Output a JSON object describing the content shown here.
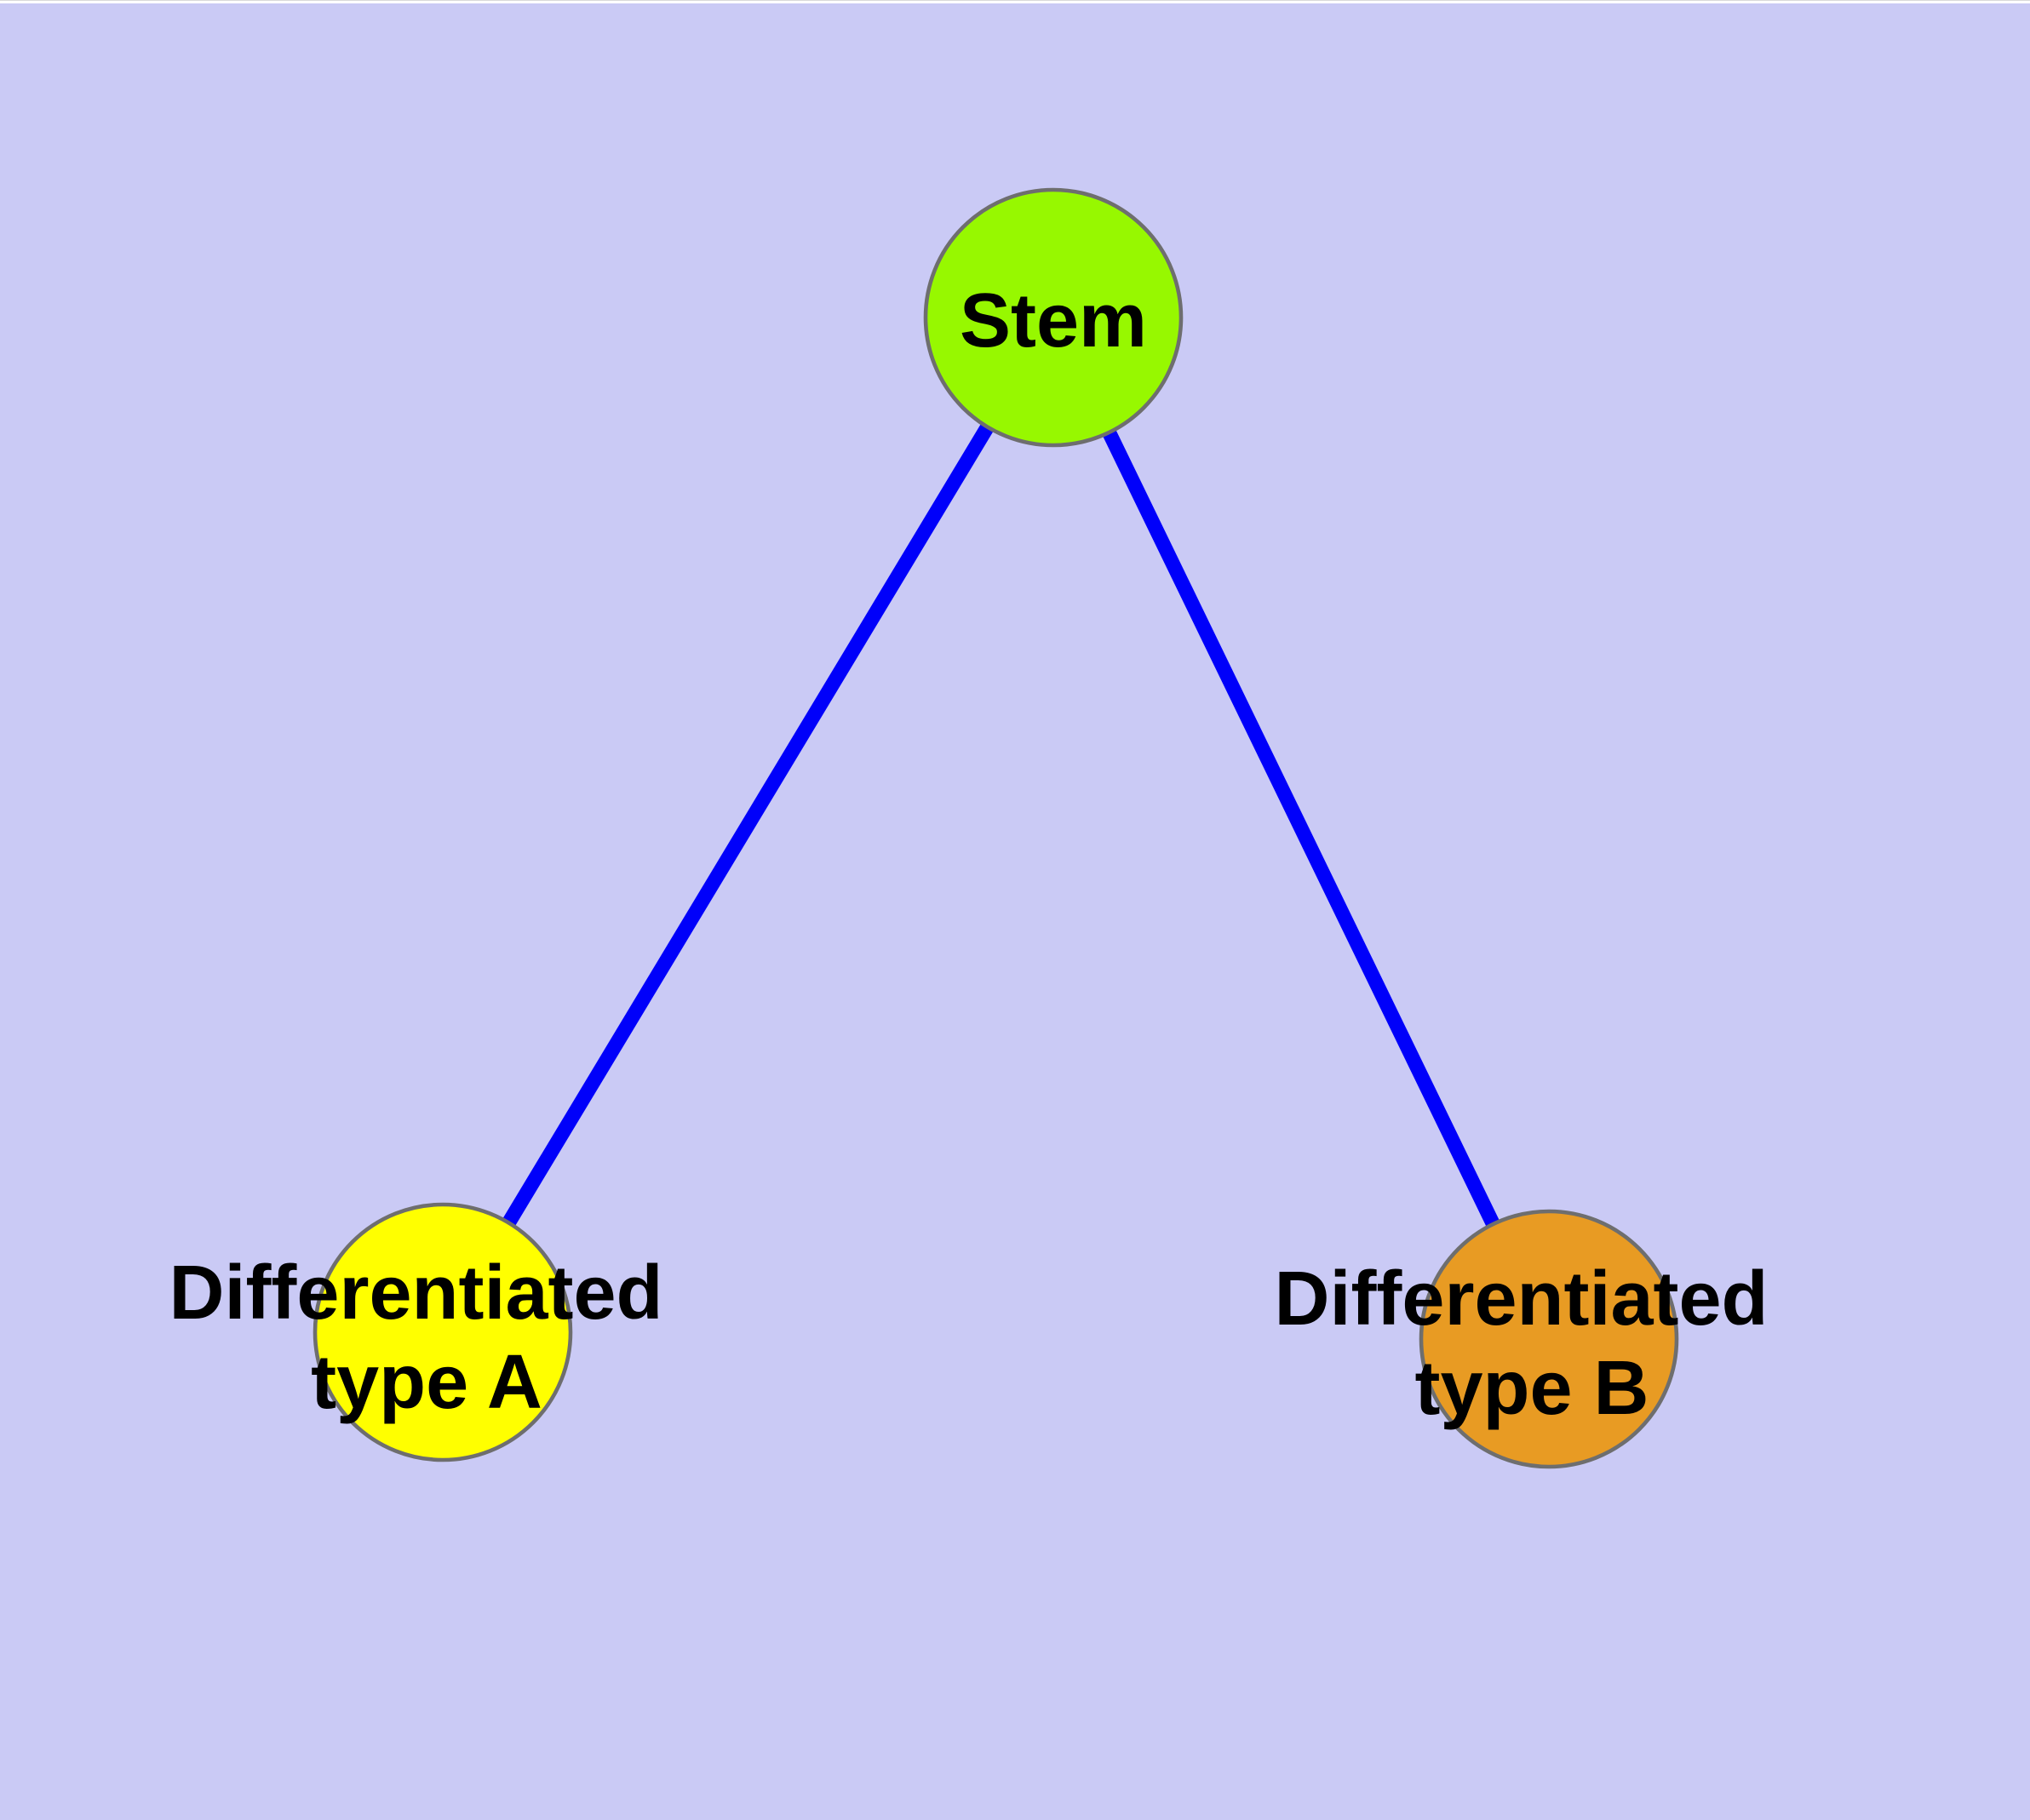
{
  "window": {
    "top_strip_color": "#FFFFFF"
  },
  "diagram": {
    "background_color": "#CACAF5",
    "edge_color": "#0000FA",
    "node_border_color": "#6E6E6E",
    "label_color": "#000000",
    "nodes": {
      "stem": {
        "id": "stem",
        "label": "Stem",
        "fill": "#97F800",
        "shape": "circle"
      },
      "type_a": {
        "id": "type_a",
        "label": "Differentiated type A",
        "label_line1": "Differentiated",
        "label_line2": "type A",
        "fill": "#FFFF00",
        "shape": "circle"
      },
      "type_b": {
        "id": "type_b",
        "label": "Differentiated type B",
        "label_line1": "Differentiated",
        "label_line2": "type B",
        "fill": "#E89B23",
        "shape": "circle"
      }
    },
    "edges": [
      {
        "from": "stem",
        "to": "type_a"
      },
      {
        "from": "stem",
        "to": "type_b"
      }
    ]
  }
}
